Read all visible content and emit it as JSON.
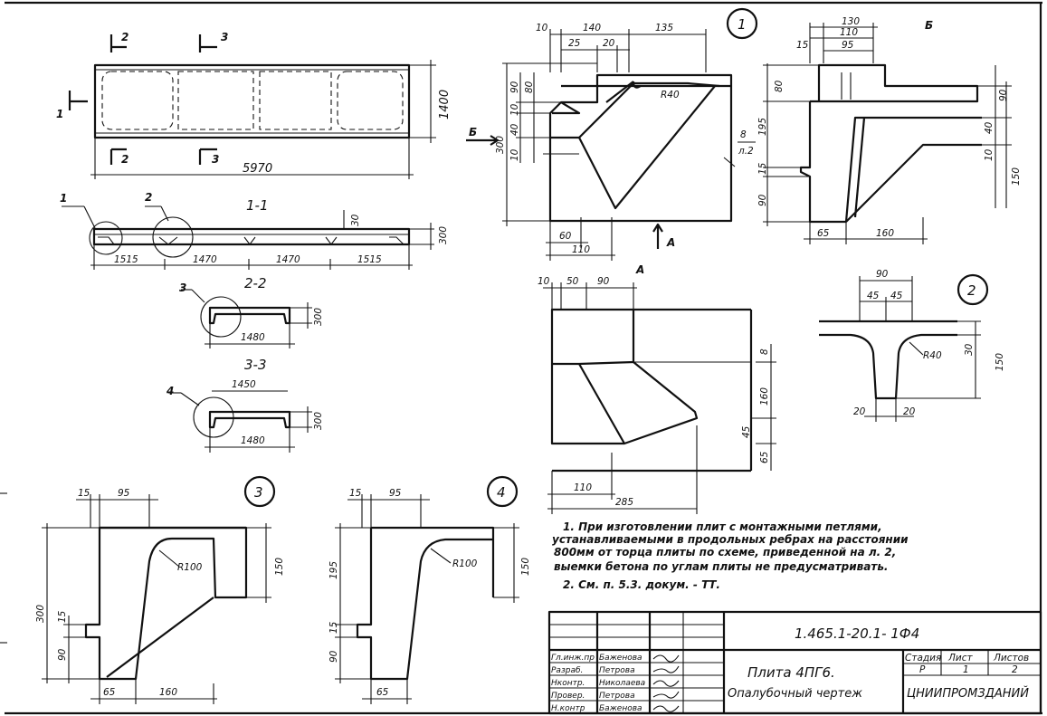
{
  "plan": {
    "length": "5970",
    "width": "1400",
    "sec1": "1",
    "sec2": "2",
    "sec3": "3",
    "dim_b": "Б"
  },
  "section11": {
    "title": "1-1",
    "callout1": "1",
    "callout2": "2",
    "dims": [
      "1515",
      "1470",
      "1470",
      "1515"
    ],
    "height": "300",
    "rib": "30"
  },
  "section22": {
    "title": "2-2",
    "callout": "3",
    "width": "1480",
    "height": "300"
  },
  "section33": {
    "title": "3-3",
    "callout": "4",
    "top": "1450",
    "width": "1480",
    "height": "300"
  },
  "node1": {
    "number": "1",
    "top_dims": [
      "10",
      "140",
      "135"
    ],
    "sub_dims": [
      "25",
      "20"
    ],
    "left_dims": [
      "90",
      "80",
      "10",
      "40",
      "10",
      "300"
    ],
    "radius": "R40",
    "bottom_dims": [
      "60",
      "110"
    ],
    "view_a": "А",
    "view_b": "Б",
    "ref": "8",
    "ref_sheet": "л.2"
  },
  "viewB": {
    "title": "Б",
    "top_dims": [
      "130",
      "110",
      "95",
      "15"
    ],
    "left_dims": [
      "80",
      "195",
      "15",
      "90"
    ],
    "right_dims": [
      "90",
      "40",
      "10",
      "150"
    ],
    "bottom_dims": [
      "65",
      "160"
    ]
  },
  "viewA": {
    "title": "А",
    "top_dims": [
      "10",
      "50",
      "90"
    ],
    "right_dims": [
      "8",
      "160",
      "45",
      "65"
    ],
    "bottom_dims": [
      "110",
      "285"
    ]
  },
  "node2": {
    "number": "2",
    "top_dims": [
      "90",
      "45",
      "45"
    ],
    "right_dims": [
      "30",
      "150"
    ],
    "radius": "R40",
    "bottom_dims": [
      "20",
      "20"
    ]
  },
  "node3": {
    "number": "3",
    "top_dims": [
      "15",
      "95"
    ],
    "left_dims": [
      "300",
      "15",
      "90"
    ],
    "right_dim": "150",
    "radius": "R100",
    "bottom_dims": [
      "65",
      "160"
    ]
  },
  "node4": {
    "number": "4",
    "top_dims": [
      "15",
      "95"
    ],
    "left_dims": [
      "195",
      "15",
      "90"
    ],
    "right_dim": "150",
    "radius": "R100",
    "bottom_dims": [
      "65"
    ]
  },
  "notes": [
    "1. При изготовлении плит с монтажными петлями,",
    "устанавливаемыми в продольных ребрах на расстоянии",
    "800мм от торца плиты по схеме, приведенной на л. 2,",
    "выемки бетона по углам плиты не предусматривать.",
    "2. См. п. 5.3. докум. - ТТ."
  ],
  "titleblock": {
    "doc_code": "1.465.1-20.1- 1Ф4",
    "product": "Плита   4ПГ6.",
    "drawing_type": "Опалубочный чертеж",
    "org": "ЦНИИПРОМЗДАНИЙ",
    "col_stage": "Стадия",
    "col_sheet": "Лист",
    "col_sheets": "Листов",
    "stage": "Р",
    "sheet": "1",
    "sheets": "2",
    "roles": [
      "Гл.инж.пр",
      "Разраб.",
      "Нконтр.",
      "Провер.",
      "Н.контр"
    ],
    "names": [
      "Баженова",
      "Петрова",
      "Николаева",
      "Петрова",
      "Баженова"
    ]
  }
}
